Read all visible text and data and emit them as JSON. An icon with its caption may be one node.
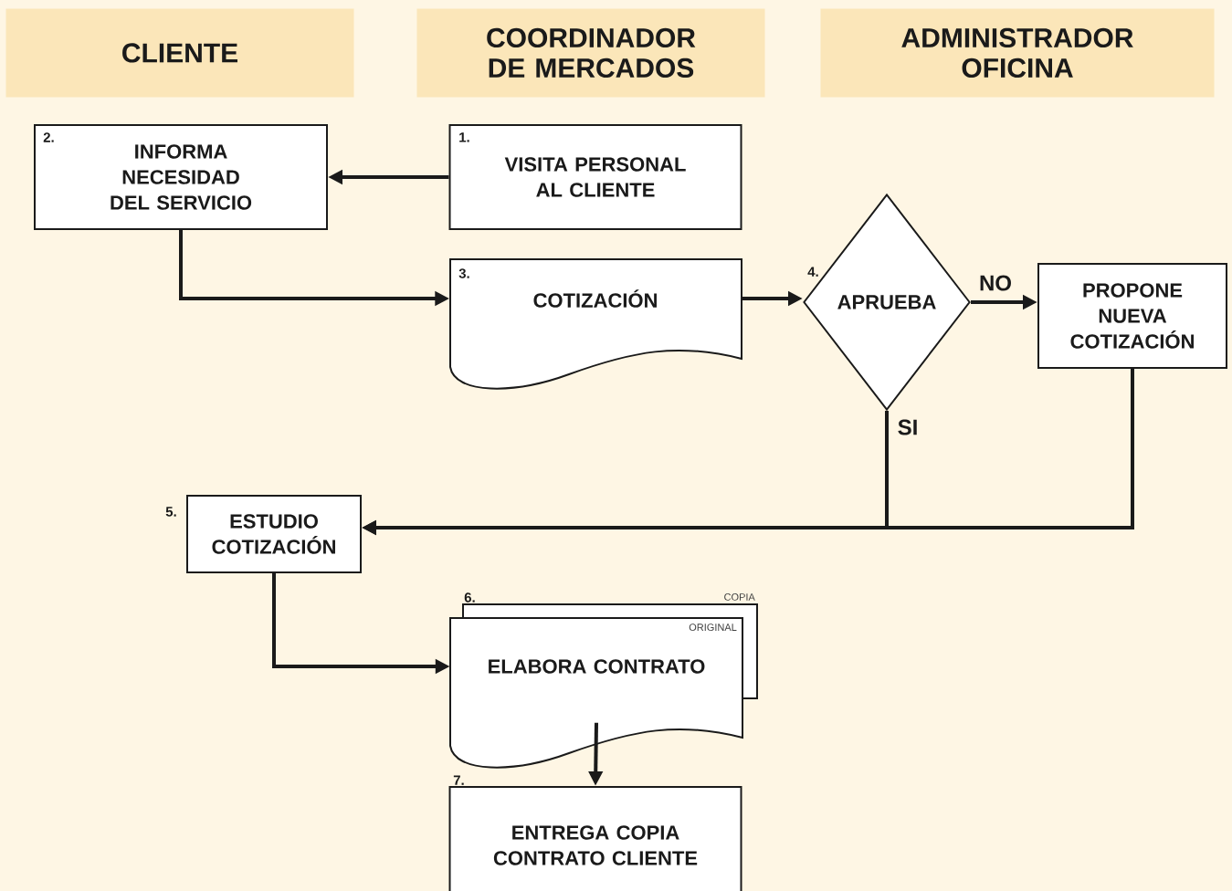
{
  "diagram": {
    "nodes": [
      {
        "text": [
          "CLIENTE"
        ]
      },
      {
        "text": [
          "COORDINADOR DE MERCADOS"
        ]
      },
      {
        "text": [
          "ADMINISTRADOR OFICINA"
        ]
      },
      {
        "text": [
          "1.",
          "VISITA PERSONAL AL CLIENTE"
        ]
      },
      {
        "text": [
          "2.",
          "INFORMA NECESIDAD DEL SERVICIO"
        ]
      },
      {
        "text": [
          "3.",
          "COTIZACIÓN"
        ]
      },
      {
        "text": [
          "APRUEBA"
        ],
        "beside": [
          "4."
        ]
      },
      {
        "text": [
          "PROPONE NUEVA COTIZACIÓN"
        ]
      },
      {
        "text": [
          "ESTUDIO COTIZACIÓN"
        ],
        "beside": [
          "5."
        ]
      },
      {
        "text": [
          "COPIA",
          "ORIGINAL",
          "ELABORA CONTRATO"
        ],
        "beside": [
          "6."
        ]
      },
      {
        "text": [
          "ENTREGA COPIA CONTRATO CLIENTE"
        ],
        "beside": [
          "7."
        ]
      }
    ],
    "edges": [
      {
        "from": 3,
        "to": 4,
        "arrow": "to"
      },
      {
        "from": 4,
        "to": 5,
        "arrow": "to"
      },
      {
        "from": 5,
        "to": 6,
        "arrow": "to"
      },
      {
        "from": 6,
        "to": 7,
        "arrow": "to",
        "label": "NO"
      },
      {
        "from": 6,
        "to": 8,
        "arrow": "to",
        "label": "SI"
      },
      {
        "from": 7,
        "to": 8,
        "arrow": "to"
      },
      {
        "from": 8,
        "to": 9,
        "arrow": "to"
      },
      {
        "from": 9,
        "to": 10,
        "arrow": "to"
      }
    ]
  }
}
